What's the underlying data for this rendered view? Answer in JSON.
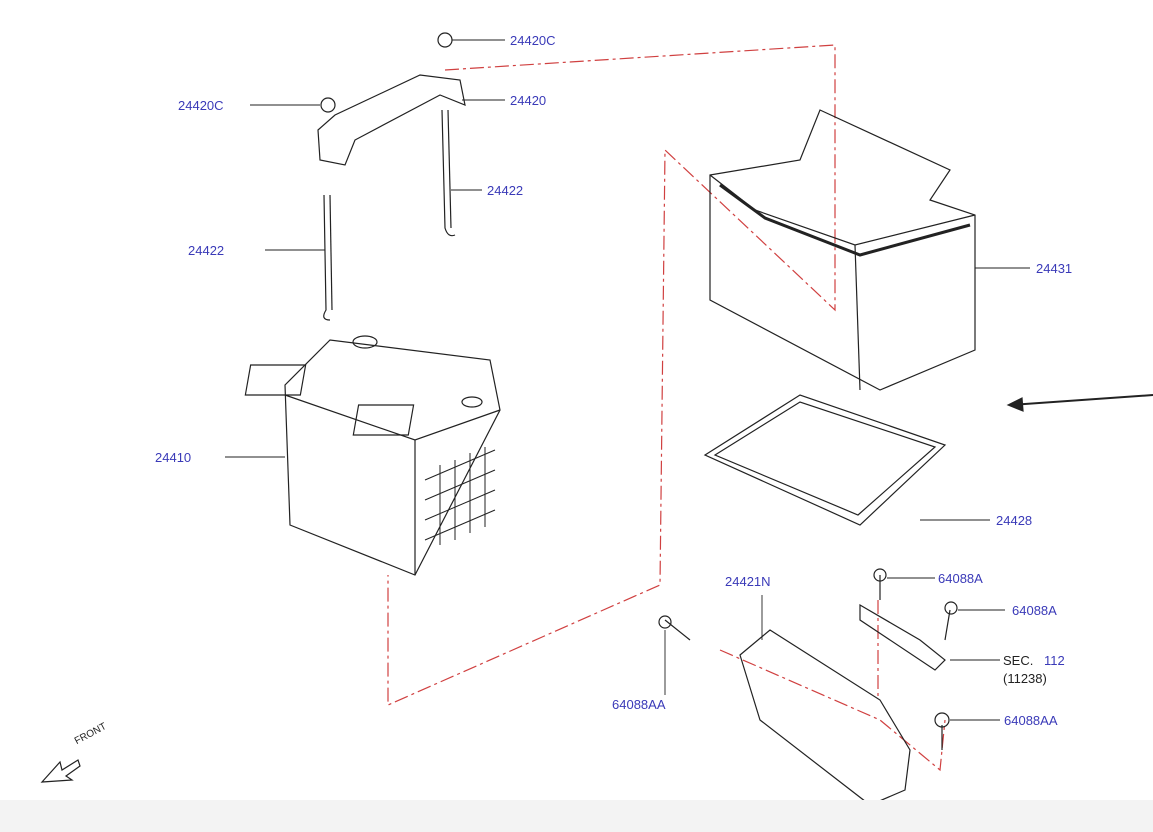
{
  "labels": {
    "nut_top": "24420C",
    "nut_left": "24420C",
    "clamp": "24420",
    "rod_right": "24422",
    "rod_left": "24422",
    "battery": "24410",
    "box": "24431",
    "tray": "24428",
    "bracket": "24421N",
    "bolt_a1": "64088A",
    "bolt_a2": "64088A",
    "sec_prefix": "SEC.",
    "sec_number": "112",
    "sec_sub": "(11238)",
    "bolt_aa_left": "64088AA",
    "bolt_aa_right": "64088AA",
    "front": "FRONT"
  },
  "colors": {
    "label": "#3a3ab8",
    "dash": "#d04040",
    "line": "#222222"
  }
}
